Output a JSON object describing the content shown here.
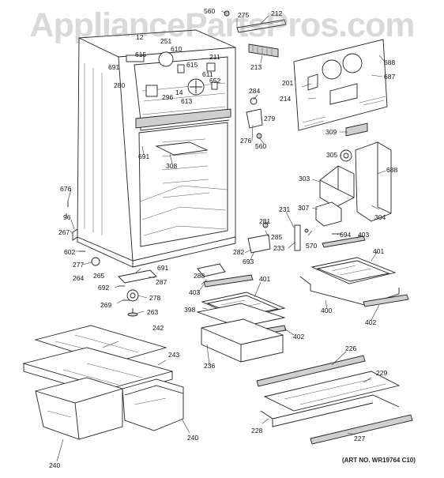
{
  "watermark": "AppliancePartsPros.com",
  "art_number": "(ART NO. WR19764 C10)",
  "callouts": {
    "c560a": "560",
    "c275": "275",
    "c212": "212",
    "c12": "12",
    "c251": "251",
    "c615a": "615",
    "c610": "610",
    "c691a": "691",
    "c615b": "615",
    "c211": "211",
    "c611": "611",
    "c652": "652",
    "c280": "280",
    "c14": "14",
    "c296": "296",
    "c613": "613",
    "c213": "213",
    "c688a": "688",
    "c201": "201",
    "c687": "687",
    "c214": "214",
    "c284": "284",
    "c279": "279",
    "c276": "276",
    "c560b": "560",
    "c309": "309",
    "c691b": "691",
    "c308": "308",
    "c305": "305",
    "c688b": "688",
    "c303": "303",
    "c676": "676",
    "c96": "96",
    "c267": "267",
    "c231": "231",
    "c307": "307",
    "c304": "304",
    "c281": "281",
    "c694": "694",
    "c285": "285",
    "c403a": "403",
    "c233": "233",
    "c570": "570",
    "c602": "602",
    "c282": "282",
    "c401a": "401",
    "c693": "693",
    "c277": "277",
    "c691c": "691",
    "c264": "264",
    "c265": "265",
    "c288": "288",
    "c287": "287",
    "c692": "692",
    "c403b": "403",
    "c401b": "401",
    "c400": "400",
    "c278": "278",
    "c269": "269",
    "c263": "263",
    "c398": "398",
    "c402a": "402",
    "c402b": "402",
    "c242": "242",
    "c243": "243",
    "c236": "236",
    "c226": "226",
    "c229": "229",
    "c240a": "240",
    "c228": "228",
    "c227": "227",
    "c240b": "240"
  }
}
